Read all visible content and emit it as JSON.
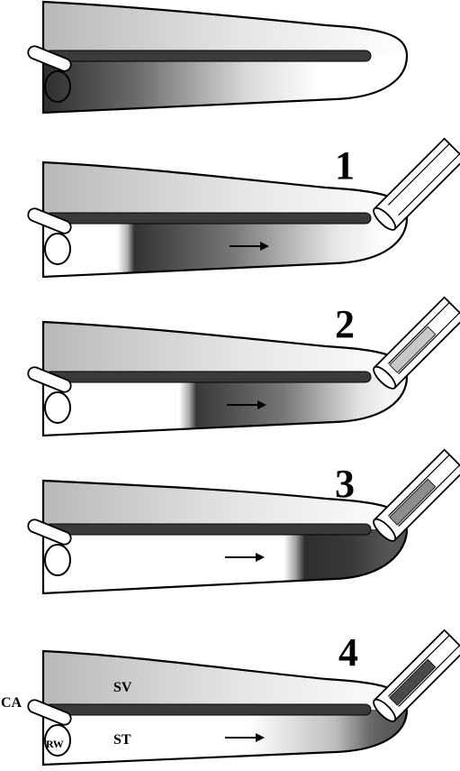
{
  "diagram": {
    "panels": [
      {
        "number": ""
      },
      {
        "number": "1"
      },
      {
        "number": "2"
      },
      {
        "number": "3"
      },
      {
        "number": "4"
      }
    ],
    "labels": {
      "scala_vestibuli": "SV",
      "scala_tympani": "ST",
      "cochlear_aqueduct": "CA",
      "round_window": "RW"
    },
    "arrow_glyph": "→",
    "colors": {
      "outline": "#000000",
      "partition": "#3a3a3a",
      "dark_gradient": "#2e2e2e",
      "mid_gray": "#8a8a8a",
      "light_gray": "#cfcfcf",
      "pipette_fill_2": "#c8c8c8",
      "pipette_fill_3": "#8c8c8c",
      "pipette_fill_4": "#4a4a4a"
    }
  }
}
